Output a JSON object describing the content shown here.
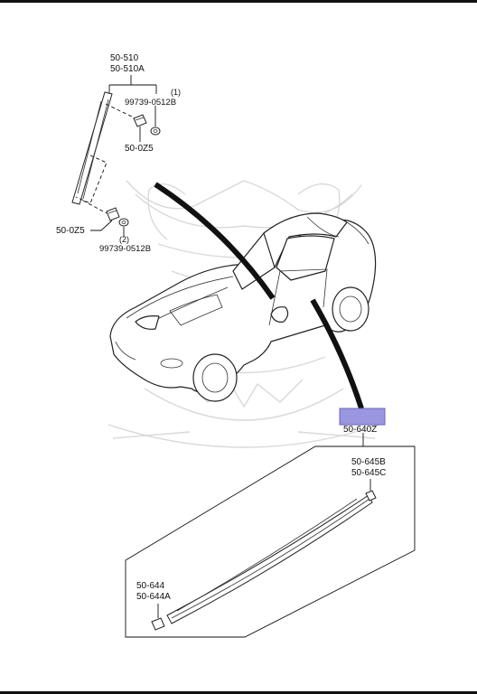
{
  "labels": {
    "upper_group_1": "50-510",
    "upper_group_2": "50-510A",
    "ref_number_1": "(1)",
    "bolt_part_1": "99739-0512B",
    "clip_part_1": "50-0Z5",
    "clip_part_2": "50-0Z5",
    "ref_number_2": "(2)",
    "bolt_part_2": "99739-0512B",
    "highlighted_part": "50-640Z",
    "end_cap_right_1": "50-645B",
    "end_cap_right_2": "50-645C",
    "end_cap_left_1": "50-644",
    "end_cap_left_2": "50-644A"
  },
  "colors": {
    "highlight_fill": "#9a96e0",
    "highlight_stroke": "#6a66b8",
    "watermark": "#d9d9d9",
    "line": "#111111"
  }
}
